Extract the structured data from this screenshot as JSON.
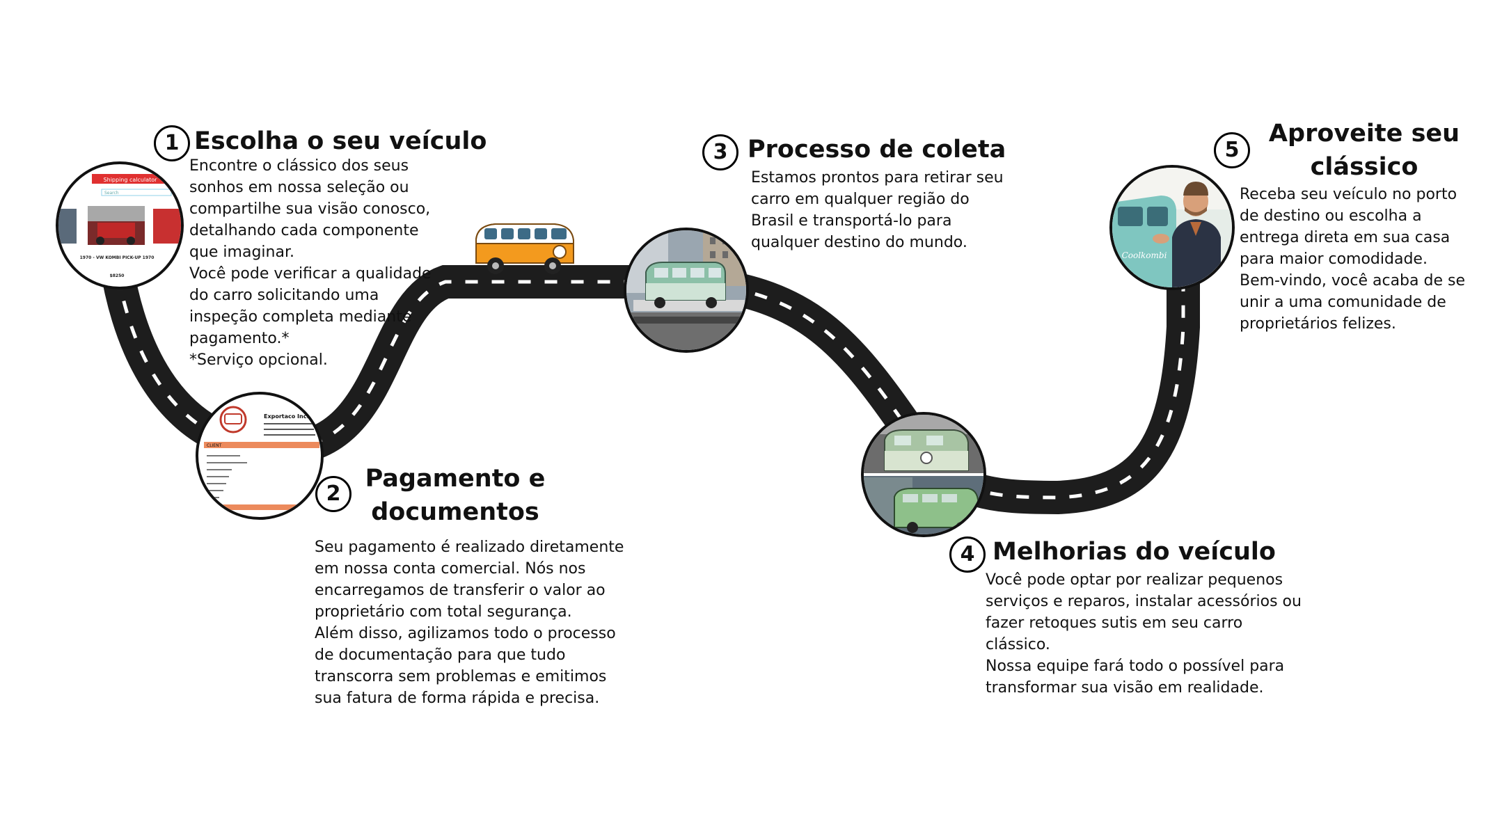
{
  "steps": [
    {
      "number": "1",
      "title": "Escolha o seu veículo",
      "text": "Encontre o clássico dos seus\nsonhos em nossa seleção ou\ncompartilhe sua visão conosco,\ndetalhando cada componente\nque imaginar.\n Você pode verificar a qualidade\ndo carro solicitando uma\ninspeção completa mediante\npagamento.*\n *Serviço opcional."
    },
    {
      "number": "2",
      "title_line1": "Pagamento e",
      "title_line2": "documentos",
      "text": "Seu pagamento é realizado diretamente\nem nossa conta comercial. Nós nos\nencarregamos de transferir o valor ao\nproprietário com total segurança.\n Além disso, agilizamos todo o processo\nde documentação para que tudo\ntranscorra sem problemas e emitimos\nsua fatura de forma rápida e precisa."
    },
    {
      "number": "3",
      "title": "Processo de coleta",
      "text": "Estamos prontos para retirar seu\ncarro em qualquer região do\nBrasil e transportá-lo para\nqualquer destino do mundo."
    },
    {
      "number": "4",
      "title": "Melhorias do veículo",
      "text": "Você pode optar por realizar pequenos\nserviços e reparos, instalar acessórios ou\nfazer retoques sutis em seu carro\nclássico.\n Nossa equipe fará todo o possível para\ntransformar sua visão em realidade."
    },
    {
      "number": "5",
      "title_line1": "Aproveite seu",
      "title_line2": "clássico",
      "text": "Receba seu veículo no porto\nde destino ou escolha a\nentrega direta em sua casa\npara maior comodidade.\n Bem-vindo, você acaba de se\nunir a uma comunidade de\nproprietários felizes."
    }
  ],
  "photos": {
    "photo1": {
      "banner": "Shipping calculator",
      "search": "Search",
      "caption": "1970 - VW KOMBI PICK-UP 1970",
      "price": "$8250"
    },
    "photo2": {
      "company": "Exportaco Inc.",
      "section": "CLIENT"
    },
    "photo5": {
      "sign": "Coolkombi"
    }
  },
  "colors": {
    "road": "#1d1d1d",
    "dash": "#ffffff",
    "van_orange": "#f39a1e",
    "kombi_green": "#8cc0a8",
    "form_orange": "#ec8a5c",
    "banner_red": "#e03030"
  }
}
